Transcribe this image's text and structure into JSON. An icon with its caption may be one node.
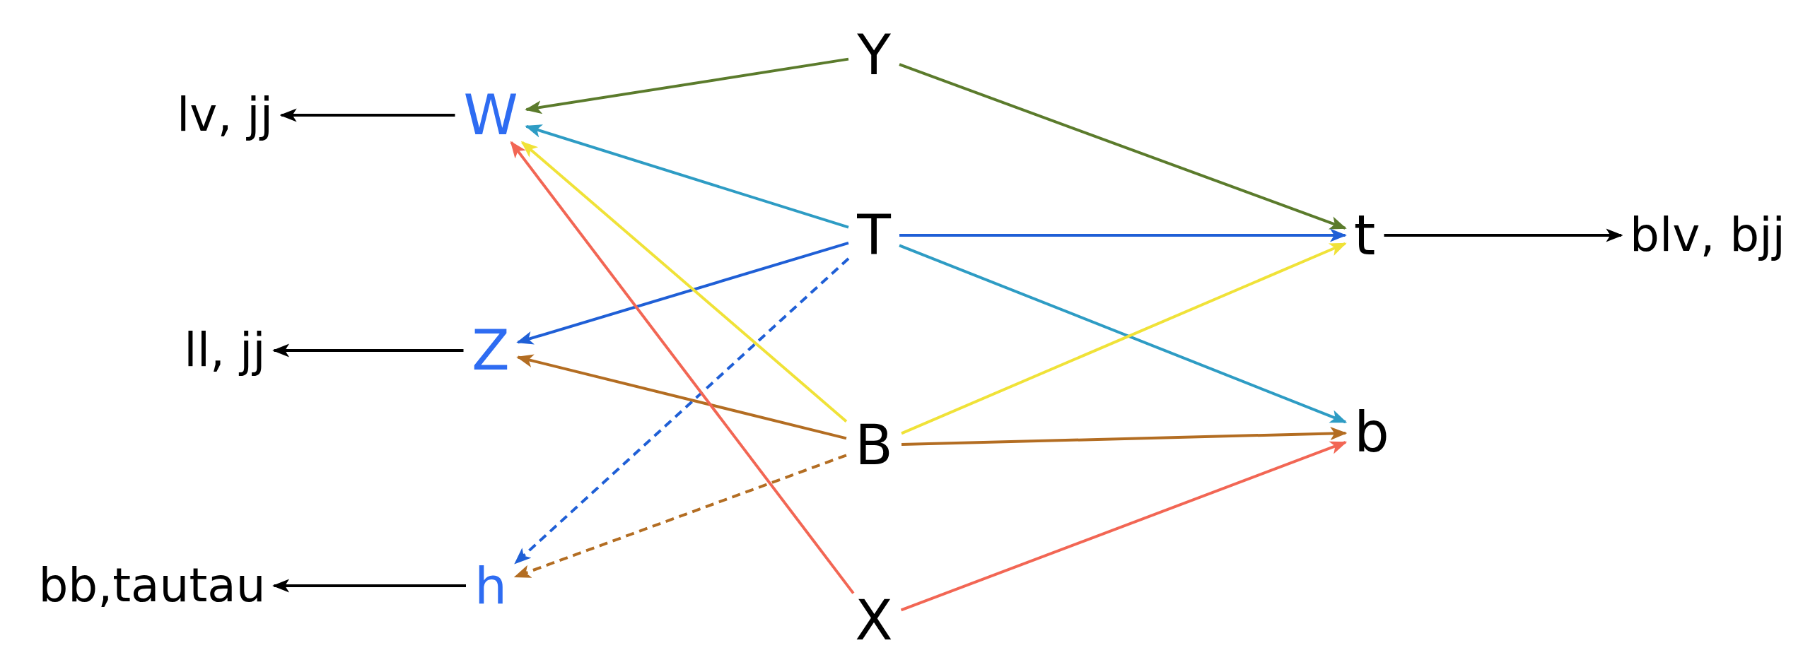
{
  "diagram": {
    "nodes": [
      {
        "text": [
          "Y"
        ]
      },
      {
        "text": [
          "lv, jj"
        ]
      },
      {
        "text": [
          "W"
        ]
      },
      {
        "text": [
          "T"
        ]
      },
      {
        "text": [
          "t"
        ]
      },
      {
        "text": [
          "blv, bjj"
        ]
      },
      {
        "text": [
          "ll, jj"
        ]
      },
      {
        "text": [
          "Z"
        ]
      },
      {
        "text": [
          "B"
        ]
      },
      {
        "text": [
          "b"
        ]
      },
      {
        "text": [
          "bb,tautau"
        ]
      },
      {
        "text": [
          "h"
        ]
      },
      {
        "text": [
          "X"
        ]
      }
    ],
    "edges": [
      {
        "from": 2,
        "to": 1,
        "arrow": "to"
      },
      {
        "from": 7,
        "to": 6,
        "arrow": "to"
      },
      {
        "from": 11,
        "to": 10,
        "arrow": "to"
      },
      {
        "from": 4,
        "to": 5,
        "arrow": "to"
      },
      {
        "from": 0,
        "to": 2,
        "arrow": "to",
        "color": "#5b7b2c"
      },
      {
        "from": 0,
        "to": 4,
        "arrow": "to",
        "color": "#5b7b2c"
      },
      {
        "from": 3,
        "to": 2,
        "arrow": "to",
        "color": "#2e9cc4"
      },
      {
        "from": 3,
        "to": 4,
        "arrow": "to",
        "color": "#1f5fd6"
      },
      {
        "from": 3,
        "to": 9,
        "arrow": "to",
        "color": "#2e9cc4"
      },
      {
        "from": 3,
        "to": 7,
        "arrow": "to",
        "color": "#1f5fd6"
      },
      {
        "from": 3,
        "to": 11,
        "arrow": "to",
        "color": "#1f5fd6",
        "style": "dashed"
      },
      {
        "from": 8,
        "to": 2,
        "arrow": "to",
        "color": "#f0e238"
      },
      {
        "from": 8,
        "to": 4,
        "arrow": "to",
        "color": "#f0e238"
      },
      {
        "from": 8,
        "to": 7,
        "arrow": "to",
        "color": "#b36d22"
      },
      {
        "from": 8,
        "to": 9,
        "arrow": "to",
        "color": "#b36d22"
      },
      {
        "from": 8,
        "to": 11,
        "arrow": "to",
        "color": "#b36d22",
        "style": "dashed"
      },
      {
        "from": 12,
        "to": 2,
        "arrow": "to",
        "color": "#f26654"
      },
      {
        "from": 12,
        "to": 9,
        "arrow": "to",
        "color": "#f26654"
      }
    ]
  }
}
